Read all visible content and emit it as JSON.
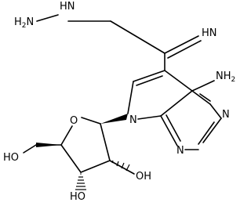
{
  "labels": {
    "hydrazino": "HN",
    "hydrazino_amine": "H2N",
    "imine": "HN",
    "amine": "NH2",
    "pyrrole_n": "N",
    "pyrimidine_n3": "N",
    "pyrimidine_n1": "N",
    "ring_o": "O",
    "oh_2": "OH",
    "oh_3": "HO",
    "oh_5": "HO"
  }
}
